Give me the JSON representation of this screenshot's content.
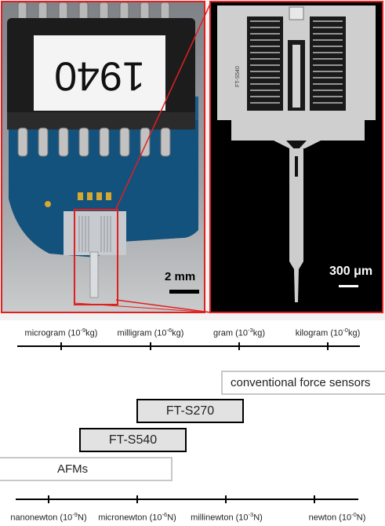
{
  "photo": {
    "chip_label": "1940",
    "left_scale": "2 mm",
    "right_scale": "300 μm",
    "engraving": "FT-S540"
  },
  "mass_axis": {
    "ticks": [
      {
        "name": "microgram",
        "exp": "-9"
      },
      {
        "name": "milligram",
        "exp": "-6"
      },
      {
        "name": "gram",
        "exp": "-3"
      },
      {
        "name": "kilogram",
        "exp": "-0"
      }
    ],
    "unit": "kg"
  },
  "force_axis": {
    "ticks": [
      {
        "name": "nanonewton",
        "exp": "-9"
      },
      {
        "name": "micronewton",
        "exp": "-6"
      },
      {
        "name": "millinewton",
        "exp": "-3"
      },
      {
        "name": "newton",
        "exp": "-0"
      }
    ],
    "unit": "N"
  },
  "ranges": {
    "conventional": "conventional force sensors",
    "ft_s270": "FT-S270",
    "ft_s540": "FT-S540",
    "afms": "AFMs"
  },
  "colors": {
    "highlight_frame": "#e02020",
    "range_fill": "#e2e2e2",
    "range_outline_light": "#c8c8c8"
  }
}
